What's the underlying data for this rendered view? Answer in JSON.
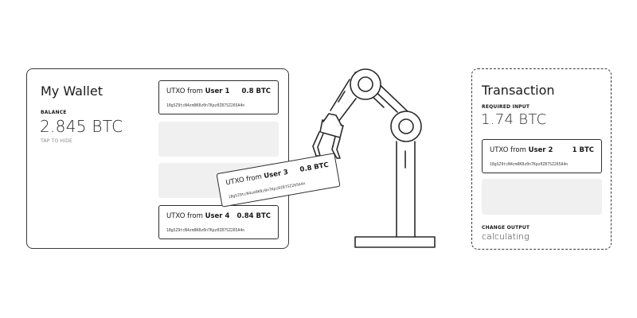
{
  "wallet": {
    "title": "My Wallet",
    "balance_label": "BALANCE",
    "balance_value": "2.845 BTC",
    "hint": "TAP TO HIDE",
    "utxos": [
      {
        "prefix": "UTXO from ",
        "user": "User 1",
        "amount": "0.8 BTC",
        "address": "18gSZ9tcN4zm9K8z0n7Kpz0Z87SZ265A4n"
      },
      {
        "prefix": "UTXO from ",
        "user": "User 4",
        "amount": "0.84 BTC",
        "address": "18gSZ9tcN4zm9K8z0n7Kpz0Z87SZ265A4n"
      }
    ]
  },
  "moving_utxo": {
    "prefix": "UTXO from ",
    "user": "User 3",
    "amount": "0.8 BTC",
    "address": "18gSZ9tcN4zm9K8z0n7Kpz0Z87SZ265A4n"
  },
  "transaction": {
    "title": "Transaction",
    "required_label": "REQUIRED INPUT",
    "required_value": "1.74 BTC",
    "utxo": {
      "prefix": "UTXO from ",
      "user": "User 2",
      "amount": "1 BTC",
      "address": "18gSZ9tcN4zm9K8z0n7Kpz0Z87SZ265A4n"
    },
    "change_label": "CHANGE OUTPUT",
    "change_value": "calculating"
  },
  "colors": {
    "stroke": "#2a2a2a",
    "slot": "#f0f0f0",
    "hint": "#8a8a8a"
  },
  "icons": {
    "robot": "robot-arm-icon"
  }
}
